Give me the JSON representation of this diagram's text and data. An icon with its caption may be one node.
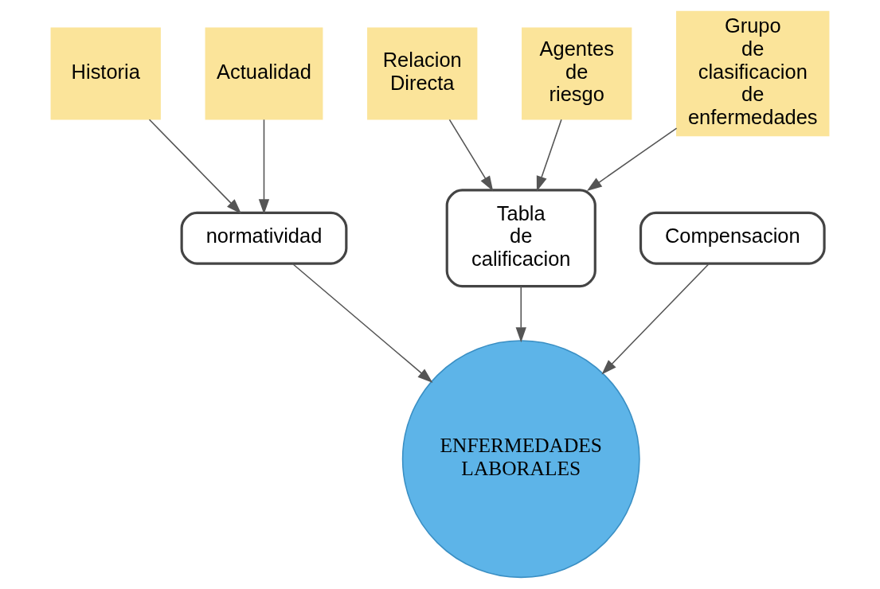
{
  "diagram": {
    "nodes": [
      {
        "text": [
          "Historia"
        ]
      },
      {
        "text": [
          "Actualidad"
        ]
      },
      {
        "text": [
          "normatividad"
        ]
      },
      {
        "text": [
          "ENFERMEDADES LABORALES"
        ]
      },
      {
        "text": [
          "Relacion Directa"
        ]
      },
      {
        "text": [
          "Agentes de riesgo"
        ]
      },
      {
        "text": [
          "Tabla de calificacion"
        ]
      },
      {
        "text": [
          "Grupo de clasificacion de enfermedades"
        ]
      },
      {
        "text": [
          "Compensacion"
        ]
      }
    ],
    "edges": [
      {
        "from": 0,
        "to": 2,
        "arrow": "to"
      },
      {
        "from": 1,
        "to": 2,
        "arrow": "to"
      },
      {
        "from": 2,
        "to": 3,
        "arrow": "to"
      },
      {
        "from": 4,
        "to": 6,
        "arrow": "to"
      },
      {
        "from": 5,
        "to": 6,
        "arrow": "to"
      },
      {
        "from": 7,
        "to": 6,
        "arrow": "to"
      },
      {
        "from": 6,
        "to": 3,
        "arrow": "to"
      },
      {
        "from": 8,
        "to": 3,
        "arrow": "to"
      }
    ]
  }
}
